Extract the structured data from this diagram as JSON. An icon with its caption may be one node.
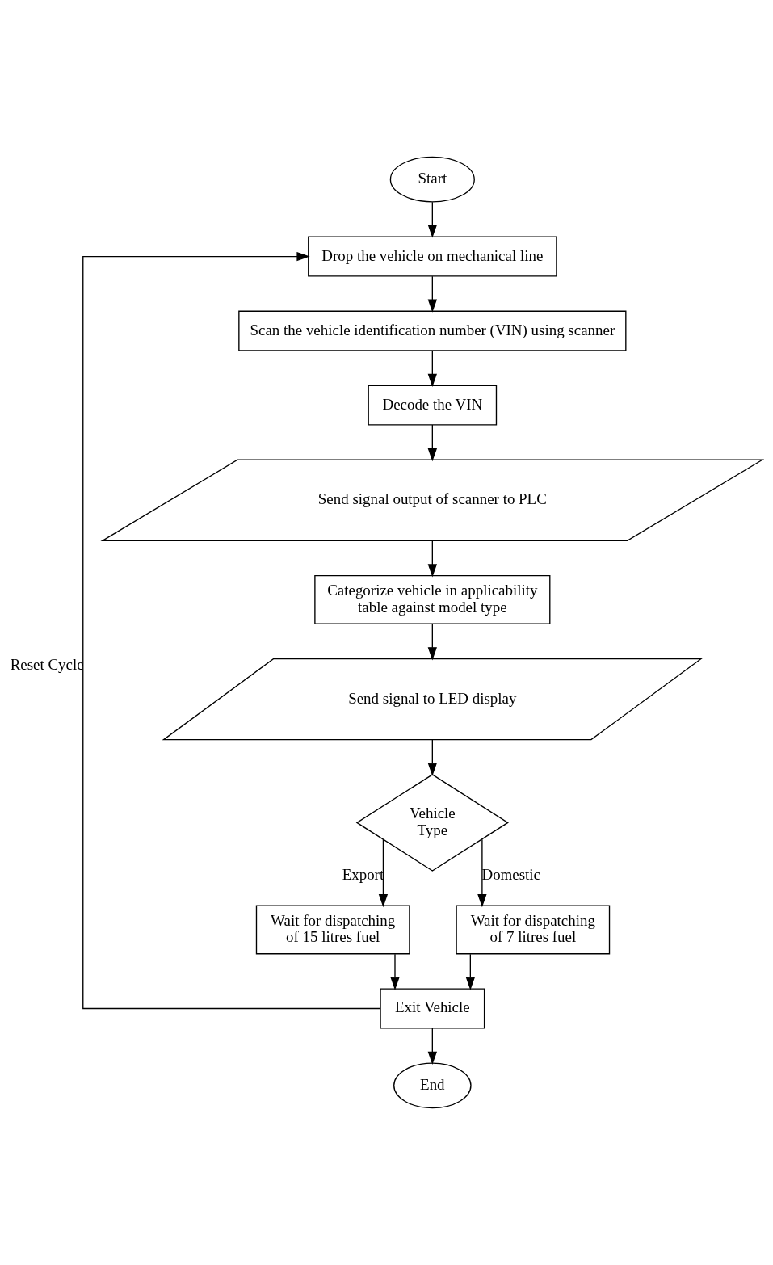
{
  "diagram": {
    "nodes": [
      {
        "text": [
          "Start"
        ]
      },
      {
        "text": [
          "Drop the vehicle on mechanical line"
        ]
      },
      {
        "text": [
          "Scan the vehicle identification number (VIN) using scanner"
        ]
      },
      {
        "text": [
          "Decode the VIN"
        ]
      },
      {
        "text": [
          "Send signal output of scanner to PLC"
        ]
      },
      {
        "text": [
          "Categorize vehicle in applicability table against model type"
        ]
      },
      {
        "text": [
          "Send signal to LED display"
        ]
      },
      {
        "text": [
          "Vehicle Type"
        ]
      },
      {
        "text": [
          "Wait for dispatching of 15 litres fuel"
        ]
      },
      {
        "text": [
          "Wait for dispatching of 7 litres fuel"
        ]
      },
      {
        "text": [
          "Exit Vehicle"
        ]
      },
      {
        "text": [
          "End"
        ]
      }
    ],
    "edges": [
      {
        "from": 0,
        "to": 1,
        "arrow": "to"
      },
      {
        "from": 1,
        "to": 2,
        "arrow": "to"
      },
      {
        "from": 2,
        "to": 3,
        "arrow": "to"
      },
      {
        "from": 3,
        "to": 4,
        "arrow": "to"
      },
      {
        "from": 4,
        "to": 5,
        "arrow": "to"
      },
      {
        "from": 5,
        "to": 6,
        "arrow": "to"
      },
      {
        "from": 6,
        "to": 7,
        "arrow": "to"
      },
      {
        "from": 7,
        "to": 8,
        "arrow": "to",
        "label": "Export"
      },
      {
        "from": 7,
        "to": 9,
        "arrow": "to",
        "label": "Domestic"
      },
      {
        "from": 8,
        "to": 10,
        "arrow": "to"
      },
      {
        "from": 9,
        "to": 10,
        "arrow": "to"
      },
      {
        "from": 10,
        "to": 11,
        "arrow": "to"
      },
      {
        "from": 10,
        "to": 1,
        "arrow": "to",
        "label": "Reset Cycle"
      }
    ]
  }
}
